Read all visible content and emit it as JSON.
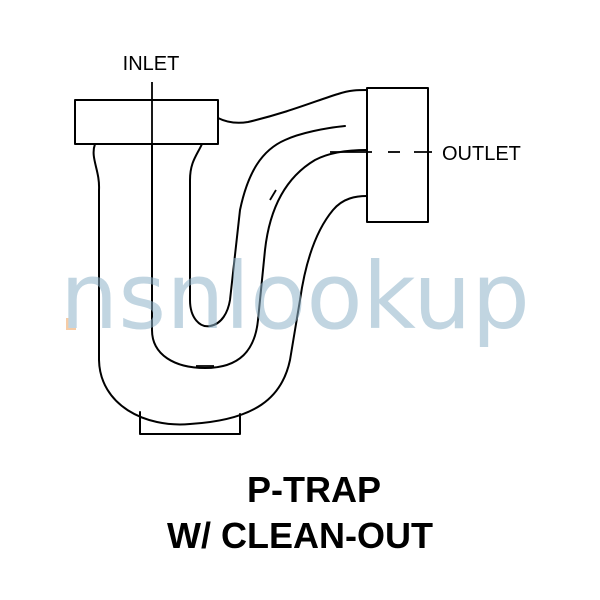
{
  "labels": {
    "inlet": "INLET",
    "outlet": "OUTLET",
    "title_line1": "P-TRAP",
    "title_line2": "W/ CLEAN-OUT"
  },
  "watermark": {
    "text": "nsnlookup",
    "color": "#8fb3c9",
    "dot_color": "#f0a35e"
  },
  "colors": {
    "line": "#000000",
    "background": "#ffffff"
  }
}
